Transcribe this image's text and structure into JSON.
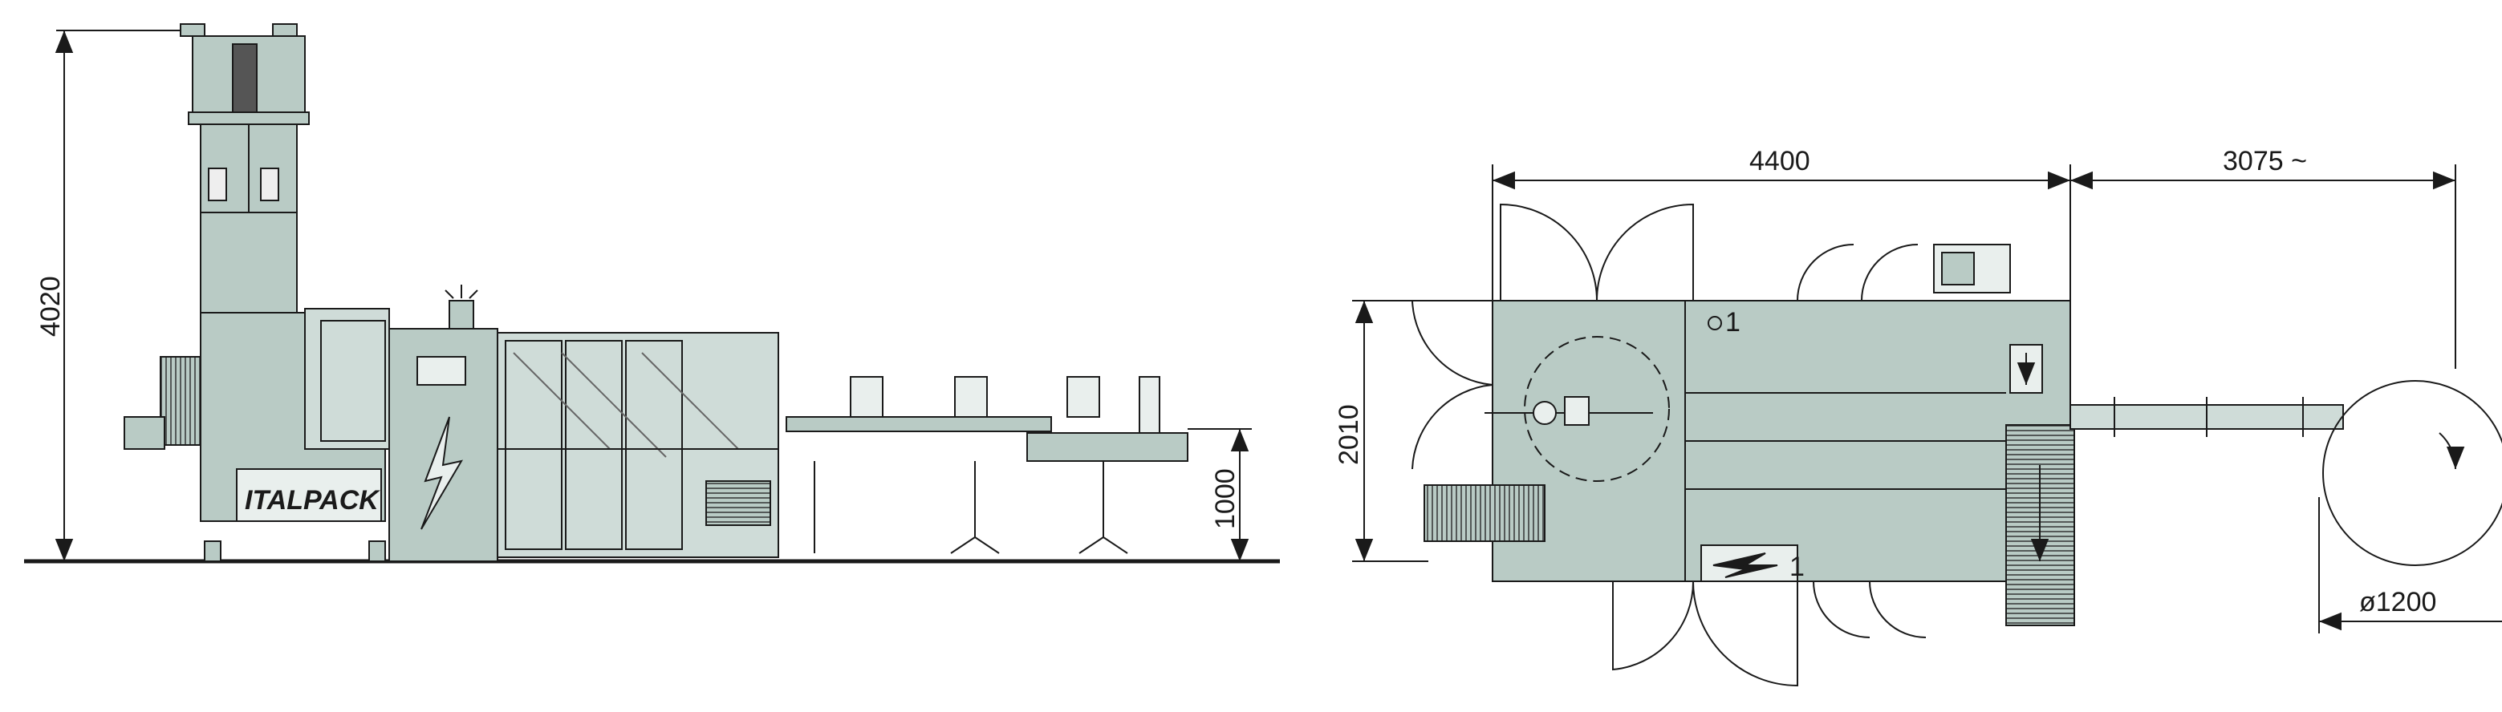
{
  "side_view": {
    "logo": "ITALPACK",
    "height_dimension": "4020",
    "conveyor_height_dimension": "1000"
  },
  "top_view": {
    "length_dimension": "4400",
    "conveyor_length_dimension": "3075 ~",
    "width_dimension": "2010",
    "turntable_diameter_dimension": "ø1200",
    "marker_1": "1",
    "marker_warning": "1"
  },
  "colors": {
    "machine_fill": "#b9cbc5",
    "line": "#1a1a1a",
    "accent_green": "#2e8b57"
  }
}
